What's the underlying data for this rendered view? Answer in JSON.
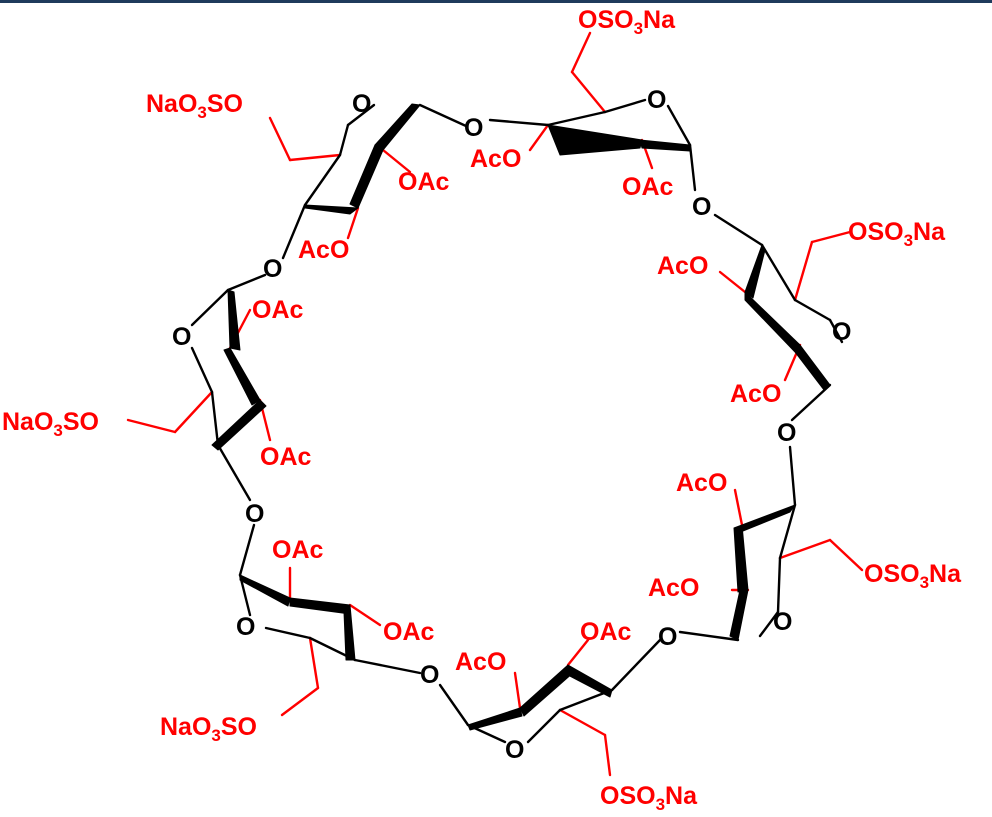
{
  "colors": {
    "substituent": "#ff0000",
    "backbone": "#000000",
    "top_bar": "#1f3b5c"
  },
  "ring_oxygen": "O",
  "glycosidic_oxygen": "O",
  "acetate_label": "OAc",
  "acetate_label_left": "AcO",
  "sulfate_right": {
    "prefix": "OSO",
    "sub": "3",
    "suffix": "Na"
  },
  "sulfate_left": {
    "prefix": "NaO",
    "sub": "3",
    "suffix": "SO"
  }
}
